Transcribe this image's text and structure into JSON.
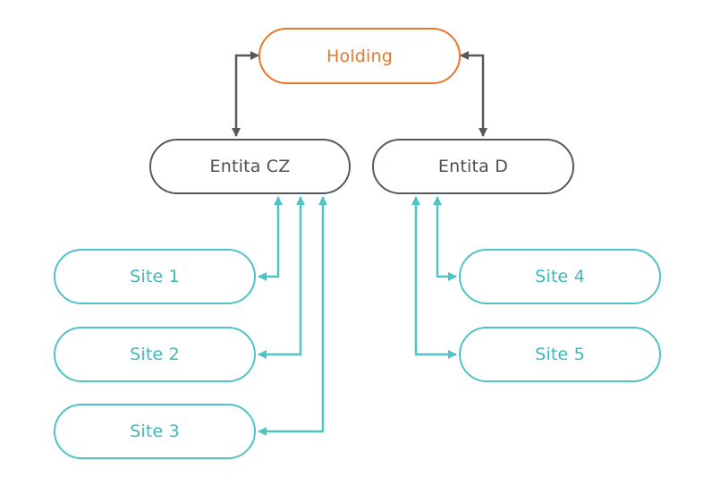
{
  "diagram": {
    "colors": {
      "holding": "#e8772e",
      "entity": "#55595c",
      "site": "#4fc3c6",
      "background": "#ffffff"
    },
    "nodes": {
      "holding": "Holding",
      "entity_cz": "Entita CZ",
      "entity_d": "Entita D",
      "site_1": "Site 1",
      "site_2": "Site 2",
      "site_3": "Site 3",
      "site_4": "Site 4",
      "site_5": "Site 5"
    },
    "edges": [
      {
        "from": "Holding",
        "to": "Entita CZ",
        "direction": "both"
      },
      {
        "from": "Holding",
        "to": "Entita D",
        "direction": "both"
      },
      {
        "from": "Entita CZ",
        "to": "Site 1",
        "direction": "both"
      },
      {
        "from": "Entita CZ",
        "to": "Site 2",
        "direction": "both"
      },
      {
        "from": "Entita CZ",
        "to": "Site 3",
        "direction": "both"
      },
      {
        "from": "Entita D",
        "to": "Site 4",
        "direction": "both"
      },
      {
        "from": "Entita D",
        "to": "Site 5",
        "direction": "both"
      }
    ]
  }
}
